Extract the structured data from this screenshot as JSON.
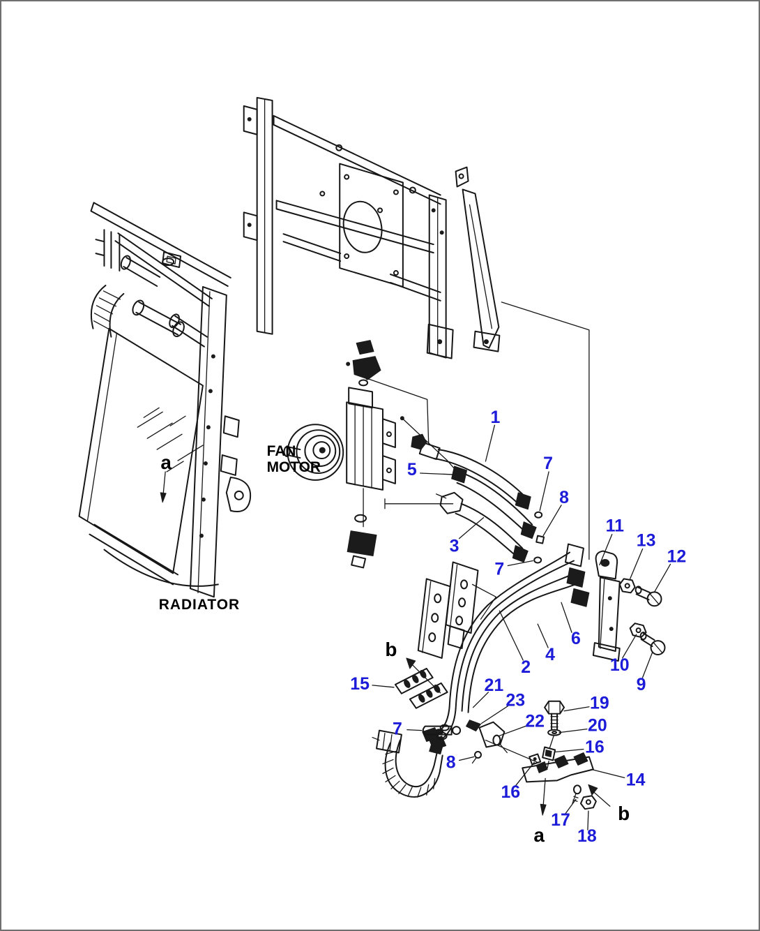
{
  "colors": {
    "background": "#ffffff",
    "border": "#6f6f6f",
    "line": "#161616",
    "callout": "#1c1cd8",
    "label": "#000000"
  },
  "part_labels": {
    "fan_motor_line1": "FAN",
    "fan_motor_line2": "MOTOR",
    "radiator": "RADIATOR"
  },
  "view_markers": {
    "a_radiator": "a",
    "b_upper": "b",
    "a_lower": "a",
    "b_lower": "b"
  },
  "callouts": {
    "n1": "1",
    "n2": "2",
    "n3": "3",
    "n4": "4",
    "n5": "5",
    "n6": "6",
    "n7_upper": "7",
    "n7_mid": "7",
    "n7_lower": "7",
    "n8_upper": "8",
    "n8_lower": "8",
    "n9": "9",
    "n10": "10",
    "n11": "11",
    "n12": "12",
    "n13": "13",
    "n14": "14",
    "n15": "15",
    "n16_right": "16",
    "n16_lower": "16",
    "n17": "17",
    "n18": "18",
    "n19": "19",
    "n20": "20",
    "n21": "21",
    "n22": "22",
    "n23": "23"
  }
}
